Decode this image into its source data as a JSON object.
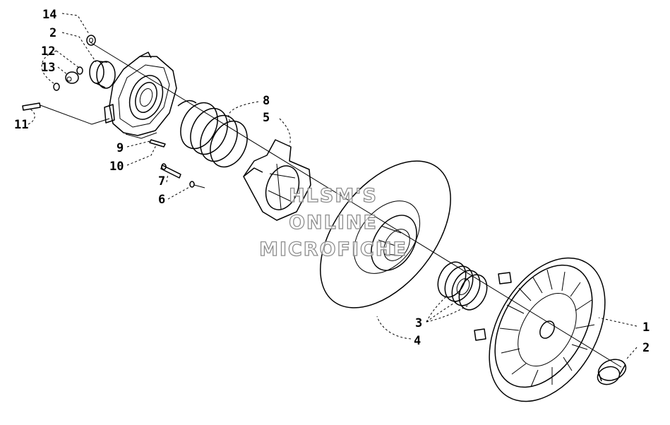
{
  "watermark": {
    "line1": "HLSM'S",
    "line2": "ONLINE",
    "line3": "MICROFICHE"
  },
  "callouts": {
    "n14": "14",
    "n2a": "2",
    "n12": "12",
    "n13": "13",
    "n11": "11",
    "n9": "9",
    "n10": "10",
    "n7": "7",
    "n6": "6",
    "n8": "8",
    "n5": "5",
    "n3": "3",
    "n4": "4",
    "n1": "1",
    "n2b": "2"
  }
}
